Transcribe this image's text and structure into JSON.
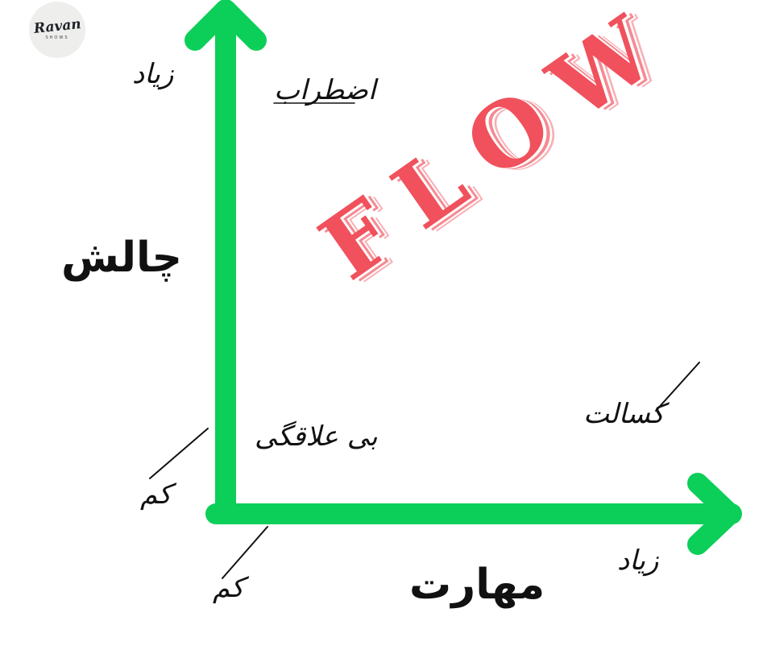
{
  "logo": {
    "main": "Ravan",
    "sub": "SHOWS"
  },
  "diagram": {
    "y_axis_title": "چالش",
    "x_axis_title": "مهارت",
    "y_high": "زیاد",
    "y_low": "کم",
    "x_low": "کم",
    "x_high": "زیاد",
    "zone_anxiety": "اضطراب",
    "zone_apathy": "بی علاقگی",
    "zone_boredom": "کسالت",
    "zone_flow": "FLOW",
    "axis_color": "#0bcf58",
    "flow_color": "#f0515c"
  }
}
